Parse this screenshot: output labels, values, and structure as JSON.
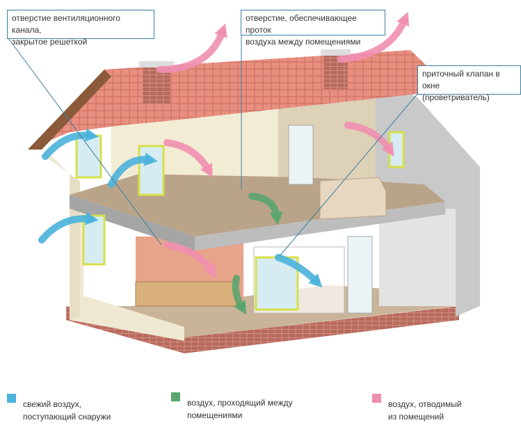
{
  "callouts": [
    {
      "line1": "отверстие вентиляционного канала,",
      "line2": "закрытое решеткой"
    },
    {
      "line1": "отверстие, обеспечивающее проток",
      "line2": "воздуха между помещениями"
    },
    {
      "line1": "приточный клапан в окне",
      "line2": "(проветриватель)"
    }
  ],
  "legend": [
    {
      "line1": "свежий воздух,",
      "line2": "поступающий снаружи",
      "color": "#4ab3dc"
    },
    {
      "line1": "воздух, проходящий между",
      "line2": "помещениями",
      "color": "#5aa56f"
    },
    {
      "line1": "воздух, отводимый",
      "line2": "из помещений",
      "color": "#ef8fb0"
    }
  ],
  "colors": {
    "fresh": "#4ab3dc",
    "between": "#5aa56f",
    "exhaust": "#ef8fb0",
    "leader": "#3a7ea0"
  }
}
